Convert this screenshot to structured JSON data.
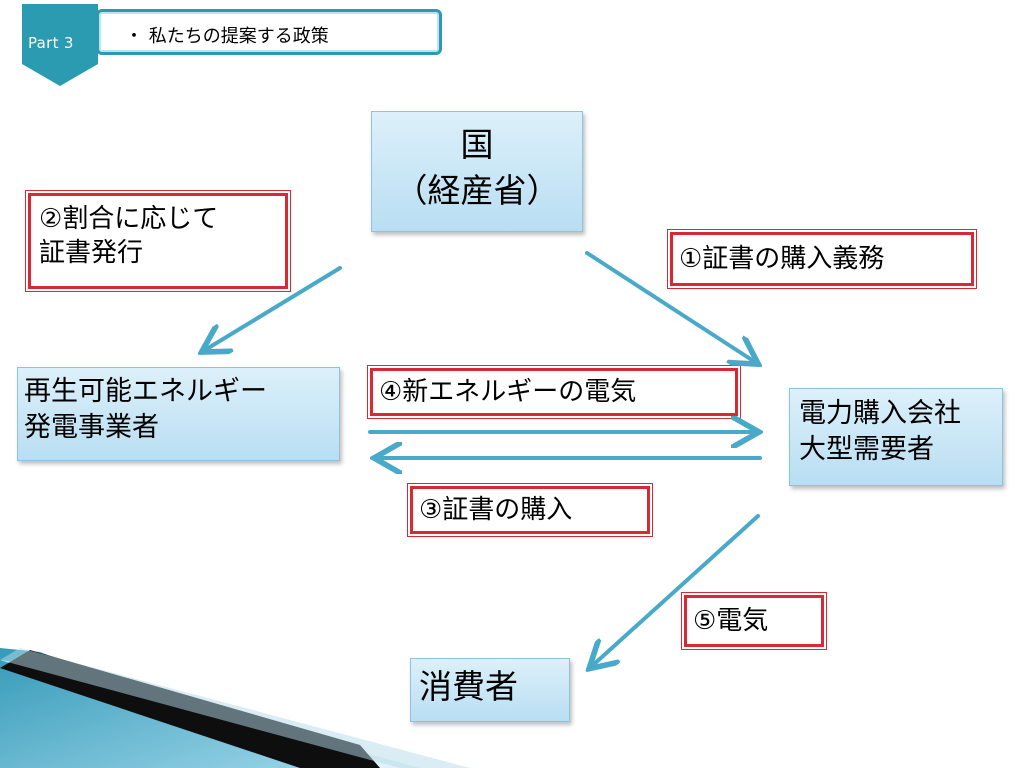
{
  "header": {
    "part_label": "Part 3",
    "title": "・ 私たちの提案する政策"
  },
  "entities": {
    "government_line1": "国",
    "government_line2": "（経産省）",
    "generator_line1": "再生可能エネルギー",
    "generator_line2": "発電事業者",
    "buyer_line1": "電力購入会社",
    "buyer_line2": "大型需要者",
    "consumer": "消費者"
  },
  "labels": {
    "obligation": "①証書の購入義務",
    "issue_line1": "②割合に応じて",
    "issue_line2": "証書発行",
    "purchase": "③証書の購入",
    "new_energy": "④新エネルギーの電気",
    "electricity": "⑤電気"
  },
  "colors": {
    "accent": "#2a9bb0",
    "arrow": "#49a9c8",
    "label_border": "#d82a35",
    "box_fill": "#c9e7f6"
  }
}
